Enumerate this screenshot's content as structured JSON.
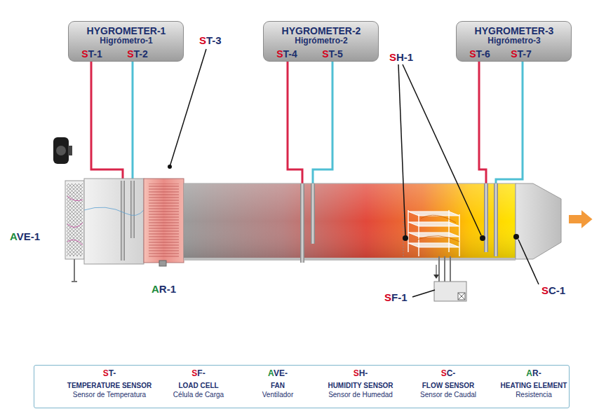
{
  "diagram": {
    "nodes": [
      {
        "text": [
          "HYGROMETER-1",
          "Higrómetro-1",
          "ST-1",
          "ST-2"
        ]
      },
      {
        "text": [
          "HYGROMETER-2",
          "Higrómetro-2",
          "ST-4",
          "ST-5"
        ]
      },
      {
        "text": [
          "HYGROMETER-3",
          "Higrómetro-3",
          "ST-6",
          "ST-7"
        ]
      },
      {
        "text": [
          "ST-",
          "TEMPERATURE SENSOR",
          "Sensor de Temperatura",
          "SF-",
          "LOAD CELL",
          "Célula de Carga",
          "AVE-",
          "FAN",
          "Ventilador",
          "SH-",
          "HUMIDITY SENSOR",
          "Sensor de Humedad",
          "SC-",
          "FLOW SENSOR",
          "Sensor de Caudal",
          "AR-",
          "HEATING ELEMENT",
          "Resistencia"
        ]
      }
    ],
    "labels": [
      "ST-3",
      "AVE-1",
      "AR-1",
      "SH-1",
      "SF-1",
      "SC-1"
    ]
  }
}
